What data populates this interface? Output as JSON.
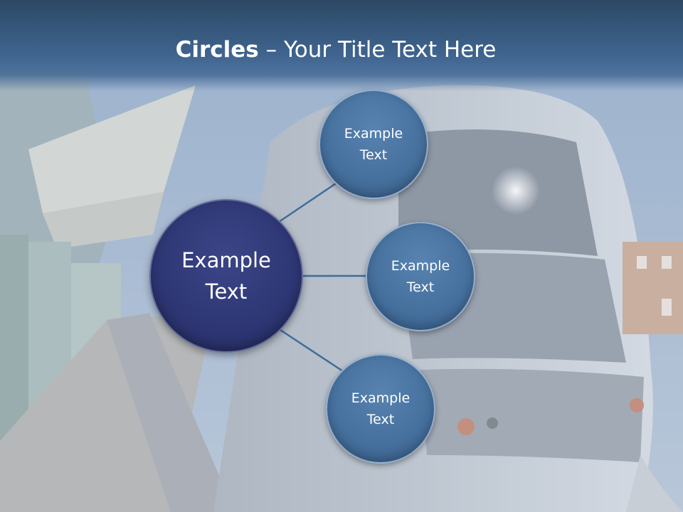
{
  "slide": {
    "title_bold": "Circles",
    "title_rest": " – Your Title Text Here",
    "center_circle": {
      "label": "Example\nText"
    },
    "outer_circles": [
      {
        "label": "Example\nText"
      },
      {
        "label": "Example\nText"
      },
      {
        "label": "Example\nText"
      }
    ]
  },
  "colors": {
    "title_bar": "#3f6590",
    "center_circle": "#2d3673",
    "outer_circle": "#456f9c",
    "connector": "#3e6d9a",
    "text": "#ffffff"
  }
}
